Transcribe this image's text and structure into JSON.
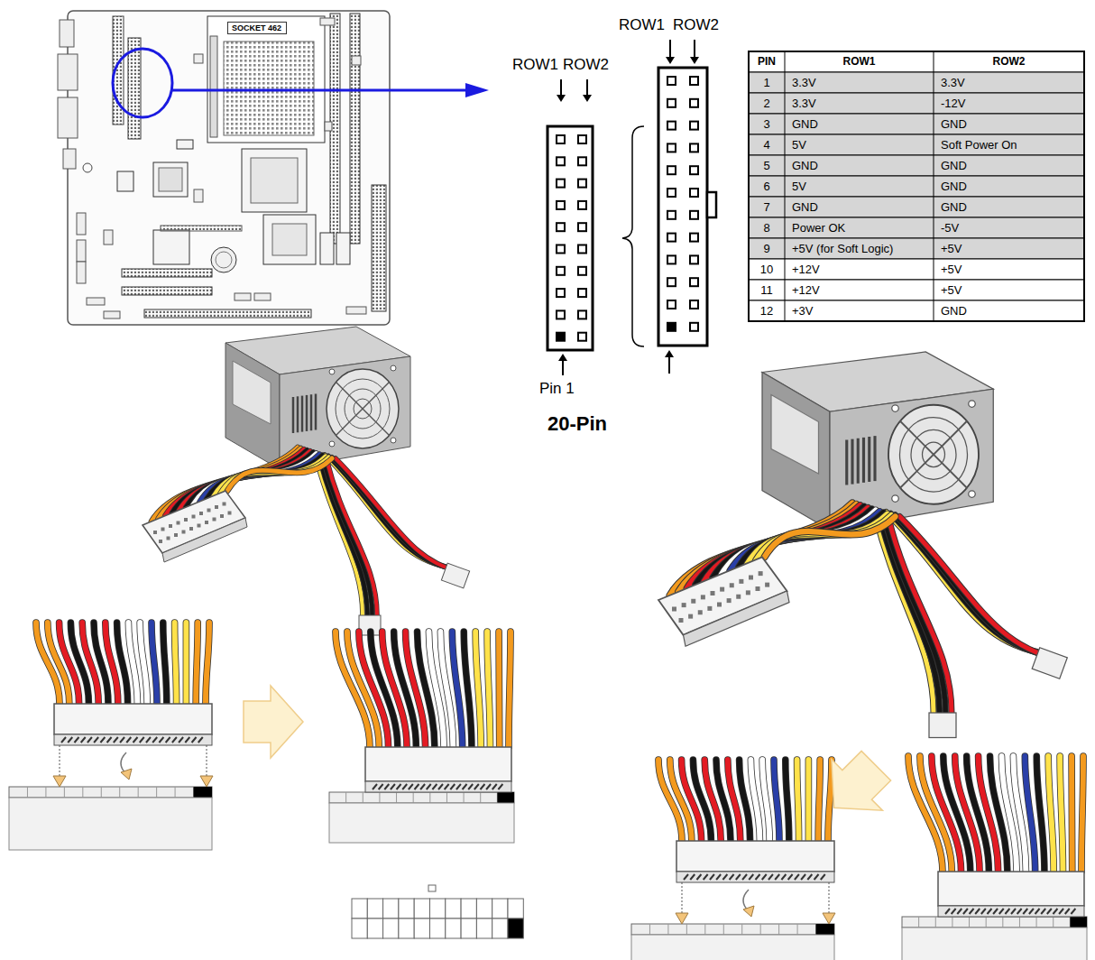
{
  "diagram": {
    "nodes": [
      {
        "text": [
          "SOCKET 462"
        ]
      }
    ],
    "labels": [
      "ROW1",
      "ROW2",
      "ROW1",
      "ROW2",
      "Pin 1",
      "20-Pin",
      "PIN",
      "ROW1",
      "ROW2",
      "1",
      "3.3V",
      "3.3V",
      "2",
      "3.3V",
      "-12V",
      "3",
      "GND",
      "GND",
      "4",
      "5V",
      "Soft Power On",
      "5",
      "GND",
      "GND",
      "6",
      "5V",
      "GND",
      "7",
      "GND",
      "GND",
      "8",
      "Power OK",
      "-5V",
      "9",
      "+5V (for Soft Logic)",
      "+5V",
      "10",
      "+12V",
      "+5V",
      "11",
      "+12V",
      "+5V",
      "12",
      "+3V",
      "GND"
    ]
  }
}
